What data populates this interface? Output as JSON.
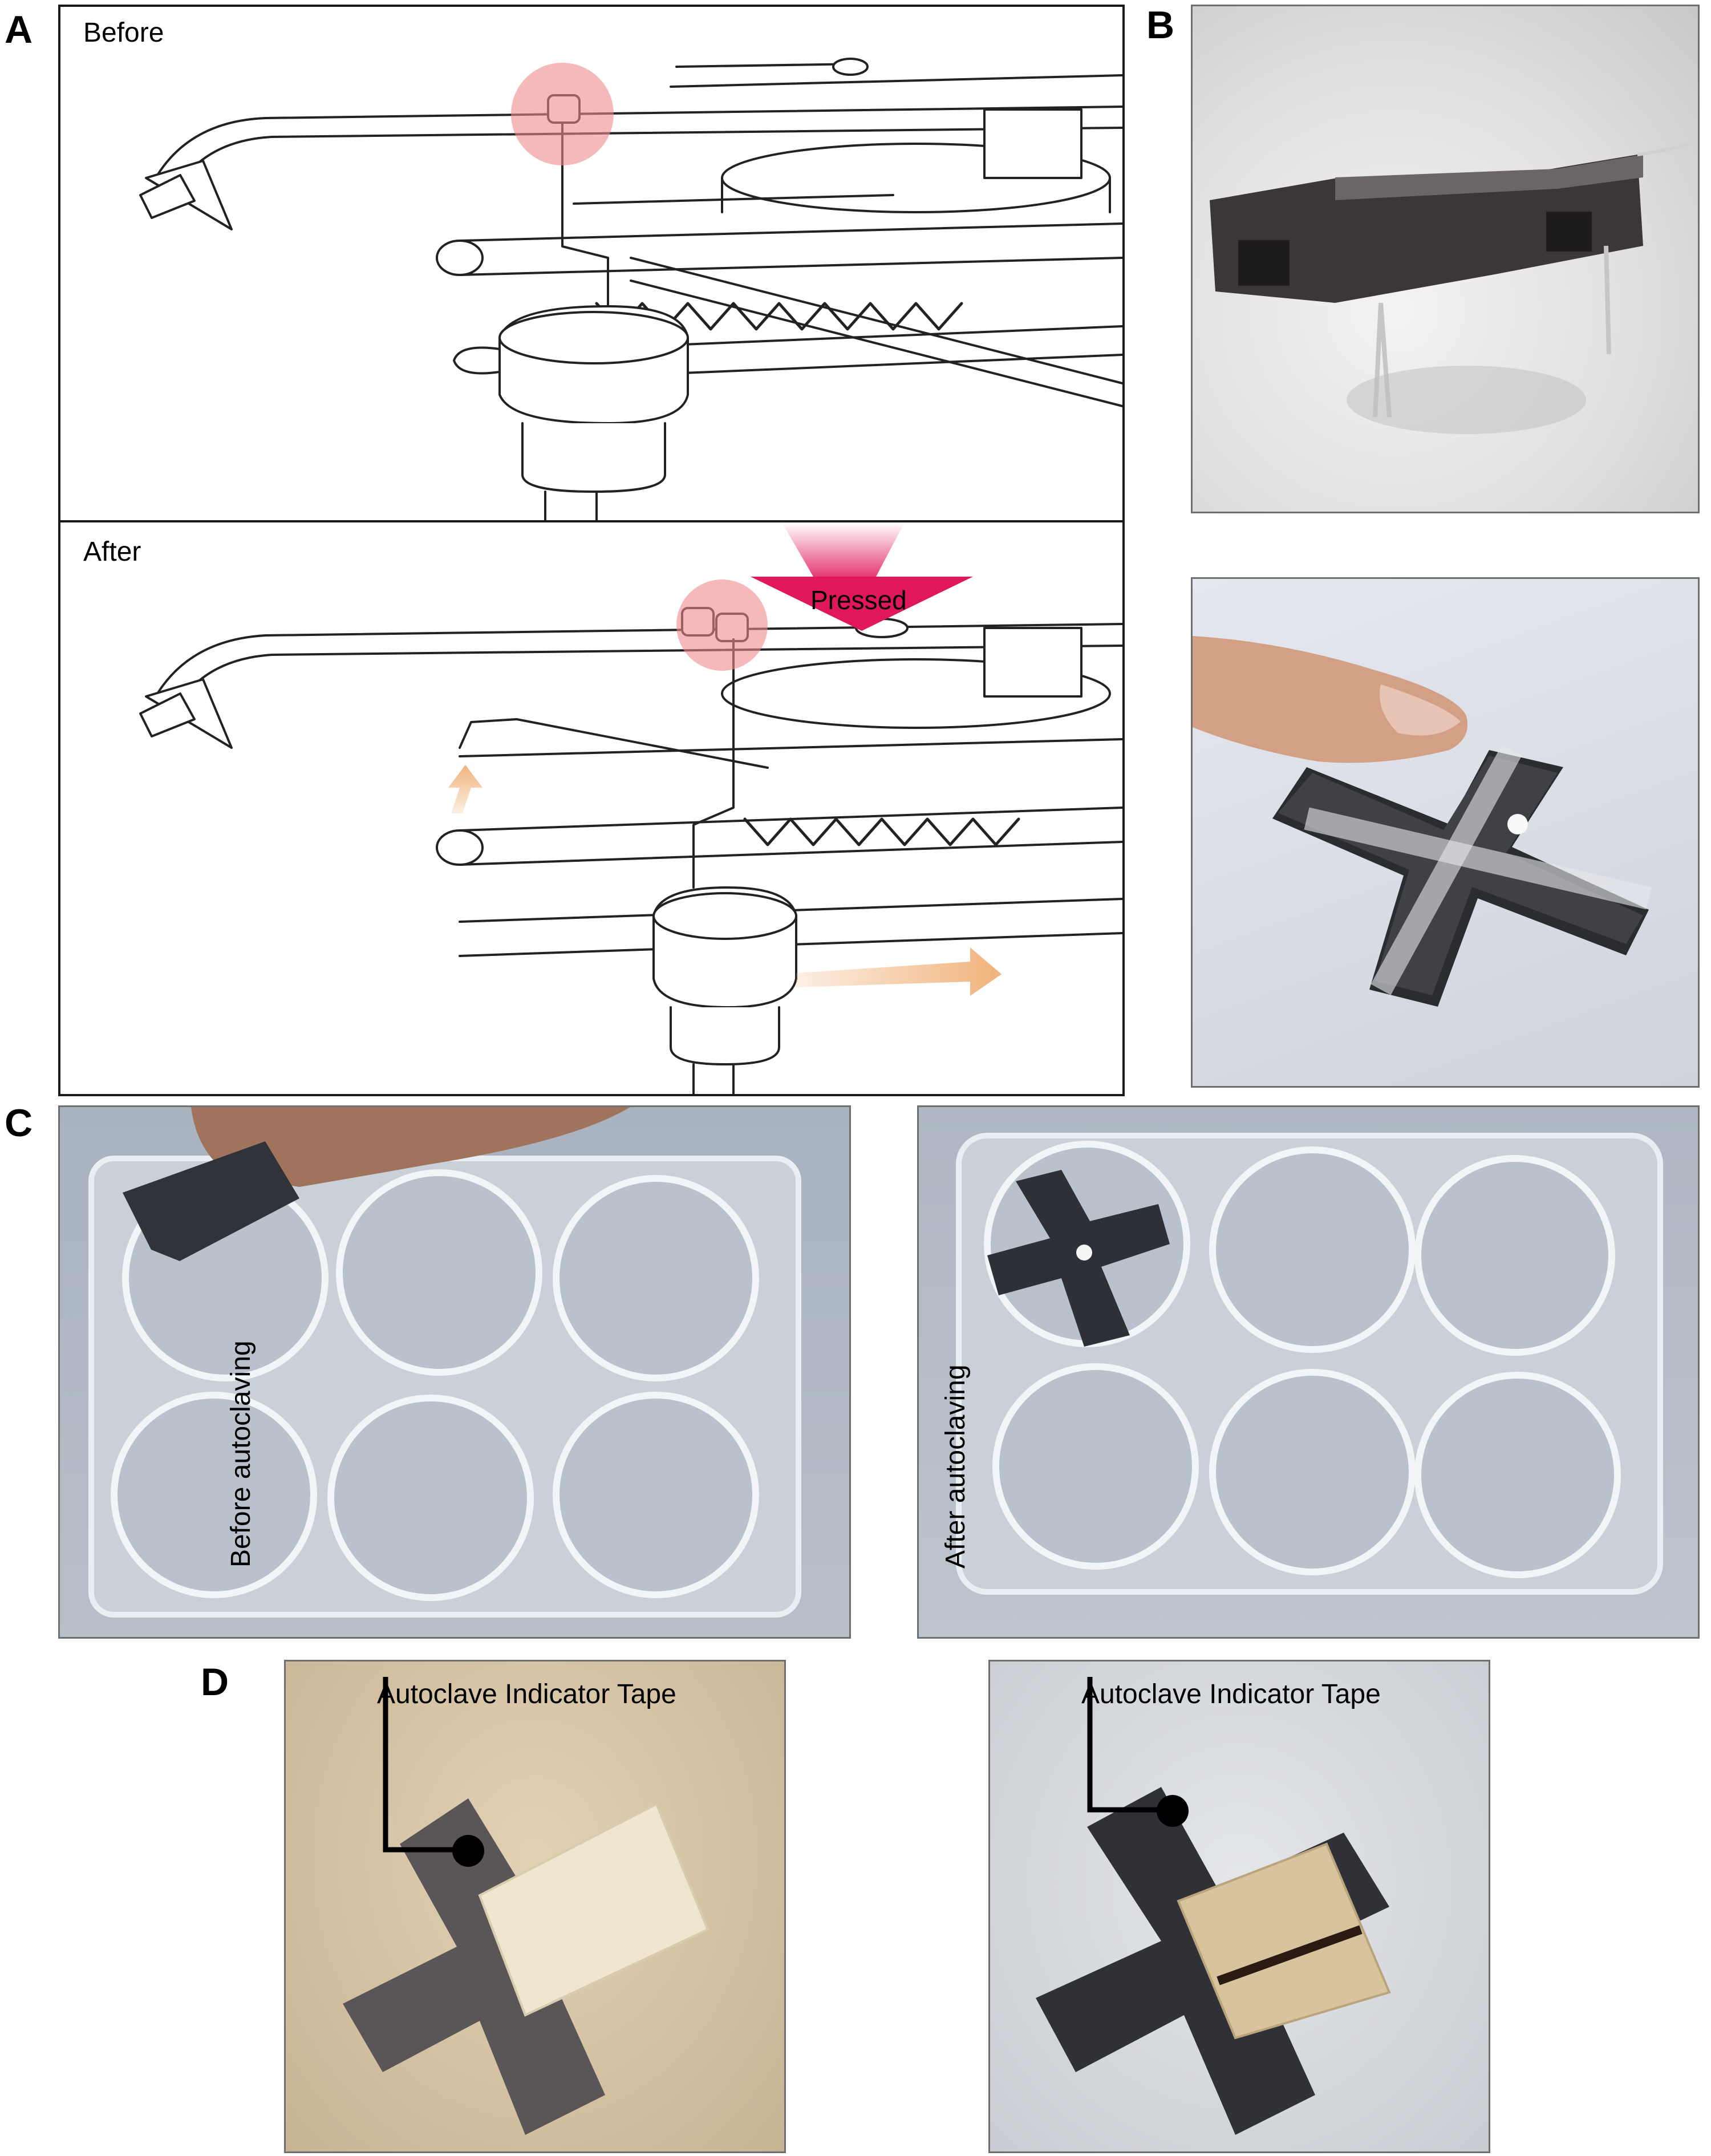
{
  "panels": {
    "a": {
      "letter": "A",
      "before_label": "Before",
      "after_label": "After",
      "pressed_label": "Pressed",
      "colors": {
        "highlight": "#f08a8a",
        "press_arrow": "#e0175a",
        "motion_arrow": "#f0b27a"
      }
    },
    "b": {
      "letter": "B"
    },
    "c": {
      "letter": "C"
    },
    "d": {
      "letter": "D",
      "tape_label_left": "Autoclave Indicator Tape",
      "tape_label_right": "Autoclave Indicator Tape",
      "before_side": "Before autoclaving",
      "after_side": "After autoclaving"
    }
  }
}
